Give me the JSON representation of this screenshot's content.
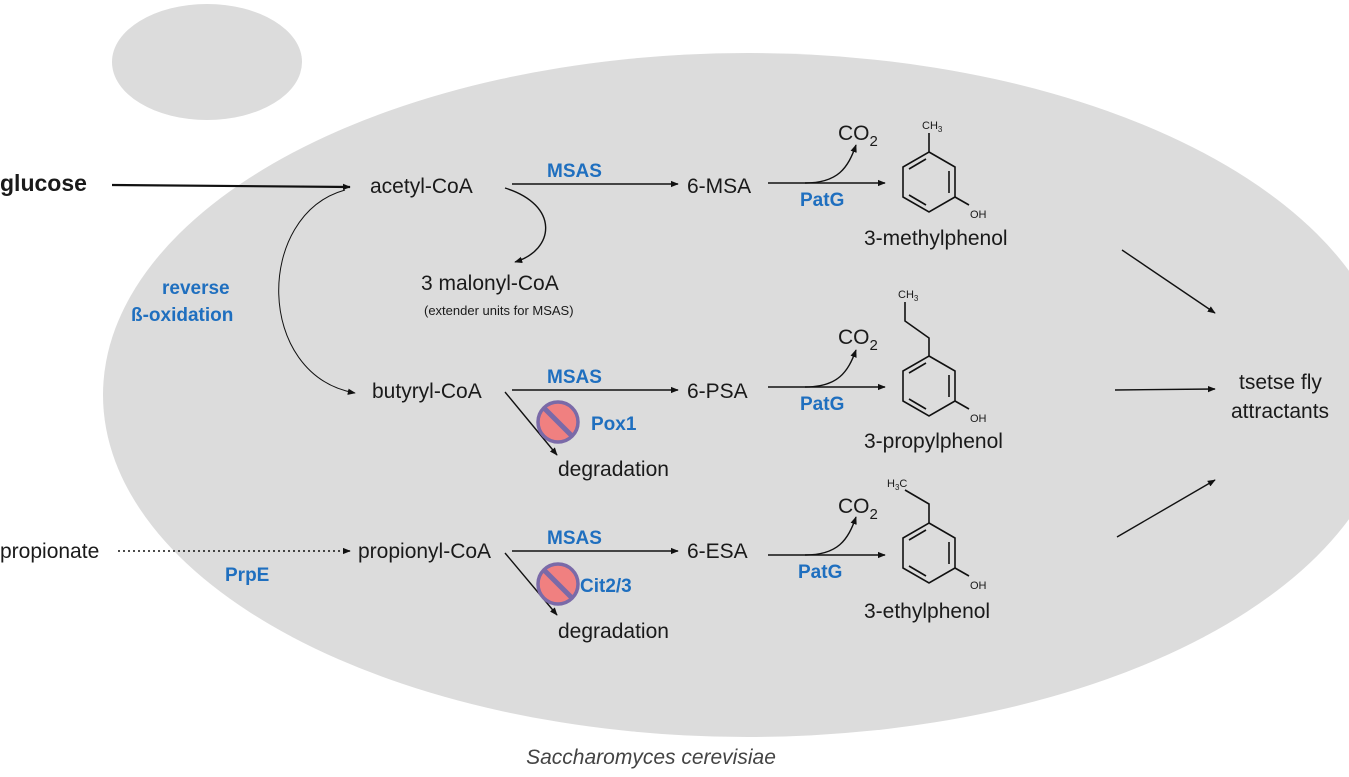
{
  "colors": {
    "cell": "#dcdcdc",
    "enzyme": "#1f6fbf",
    "text": "#1a1a1a",
    "block_fill": "#f08080",
    "block_stroke": "#7a6aa8"
  },
  "inputs": {
    "glucose": "glucose",
    "propionate": "propionate"
  },
  "metabolites": {
    "acetyl_coa": "acetyl-CoA",
    "malonyl_coa": "3 malonyl-CoA",
    "malonyl_note": "(extender units for MSAS)",
    "butyryl_coa": "butyryl-CoA",
    "propionyl_coa": "propionyl-CoA",
    "msa": "6-MSA",
    "psa": "6-PSA",
    "esa": "6-ESA",
    "degradation_1": "degradation",
    "degradation_2": "degradation"
  },
  "enzymes": {
    "msas_1": "MSAS",
    "msas_2": "MSAS",
    "msas_3": "MSAS",
    "patg_1": "PatG",
    "patg_2": "PatG",
    "patg_3": "PatG",
    "prpe": "PrpE",
    "reverse_1": "reverse",
    "reverse_2": "ß-oxidation",
    "pox1": "Pox1",
    "cit23": "Cit2/3"
  },
  "products": {
    "co2_base": "CO",
    "co2_sub": "2",
    "methylphenol": "3-methylphenol",
    "propylphenol": "3-propylphenol",
    "ethylphenol": "3-ethylphenol",
    "ch3_base": "CH",
    "ch3_sub": "3",
    "h3c_pre": "H",
    "h3c_sub": "3",
    "h3c_post": "C",
    "oh": "OH"
  },
  "output": {
    "line1": "tsetse fly",
    "line2": "attractants"
  },
  "organism": "Saccharomyces cerevisiae"
}
